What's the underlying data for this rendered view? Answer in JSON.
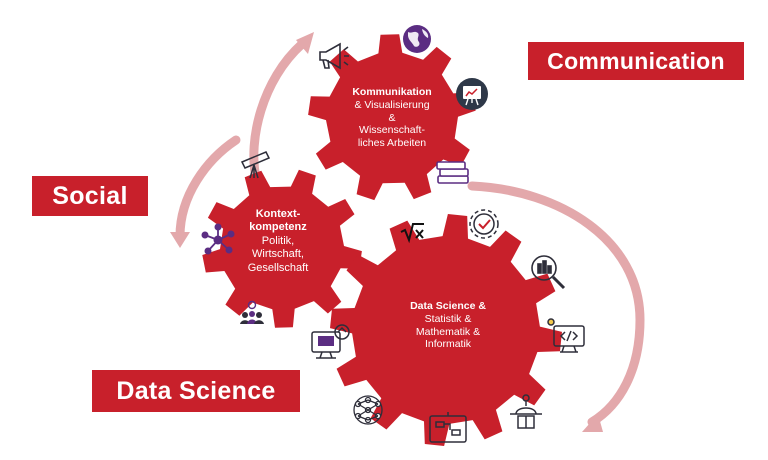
{
  "labels": {
    "communication": "Communication",
    "social": "Social",
    "data_science": "Data Science"
  },
  "gears": {
    "communication": {
      "lines": [
        "Kommunikation",
        "& Visualisierung",
        "&",
        "Wissenschaft-",
        "liches  Arbeiten"
      ]
    },
    "context": {
      "lines": [
        "Kontext-",
        "kompetenz",
        "Politik,",
        "Wirtschaft,",
        "Gesellschaft"
      ]
    },
    "data_science": {
      "lines": [
        "Data Science &",
        "Statistik &",
        "Mathematik &",
        "Informatik"
      ]
    }
  },
  "icons": [
    "megaphone-icon",
    "globe-icon",
    "presentation-board-icon",
    "books-stack-icon",
    "telescope-icon",
    "network-people-icon",
    "team-location-icon",
    "square-root-icon",
    "gear-check-icon",
    "magnifier-chart-icon",
    "code-monitor-icon",
    "computer-setup-icon",
    "neural-network-icon",
    "flowchart-board-icon",
    "vector-design-icon"
  ],
  "colors": {
    "gear_red": "#c8202b",
    "arrow_pink": "#e3a8ab",
    "label_red": "#c8202b",
    "icon_purple": "#5b2d82",
    "icon_dark": "#2e2e3a"
  }
}
